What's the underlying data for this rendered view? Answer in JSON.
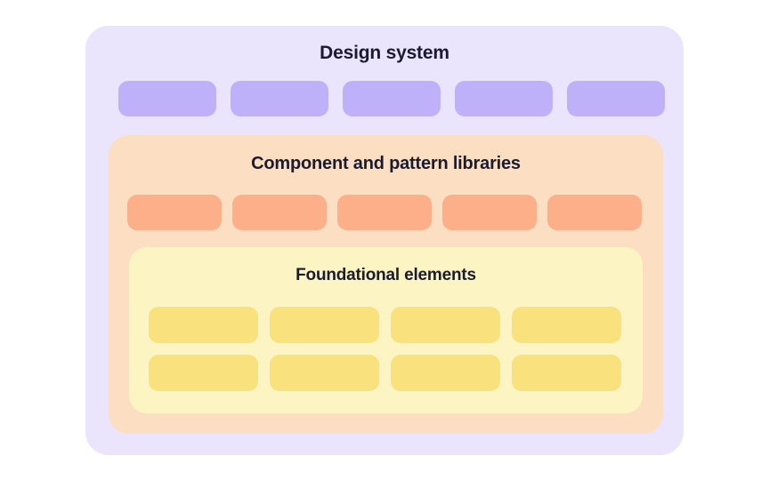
{
  "diagram": {
    "type": "nested-hierarchy",
    "levels": [
      {
        "id": "design-system",
        "title": "Design system",
        "container_color": "#EAE4FD",
        "pill_color": "#BFB0FA",
        "pill_rows": [
          [
            "",
            "",
            "",
            "",
            ""
          ]
        ]
      },
      {
        "id": "component-and-pattern-libraries",
        "title": "Component and pattern libraries",
        "container_color": "#FCDFC2",
        "pill_color": "#FCAF89",
        "pill_rows": [
          [
            "",
            "",
            "",
            "",
            ""
          ]
        ]
      },
      {
        "id": "foundational-elements",
        "title": "Foundational elements",
        "container_color": "#FCF5C3",
        "pill_color": "#F9E27D",
        "pill_rows": [
          [
            "",
            "",
            "",
            ""
          ],
          [
            "",
            "",
            "",
            ""
          ]
        ]
      }
    ],
    "text_color": "#1B1B2F",
    "background_color": "#FFFFFF"
  }
}
